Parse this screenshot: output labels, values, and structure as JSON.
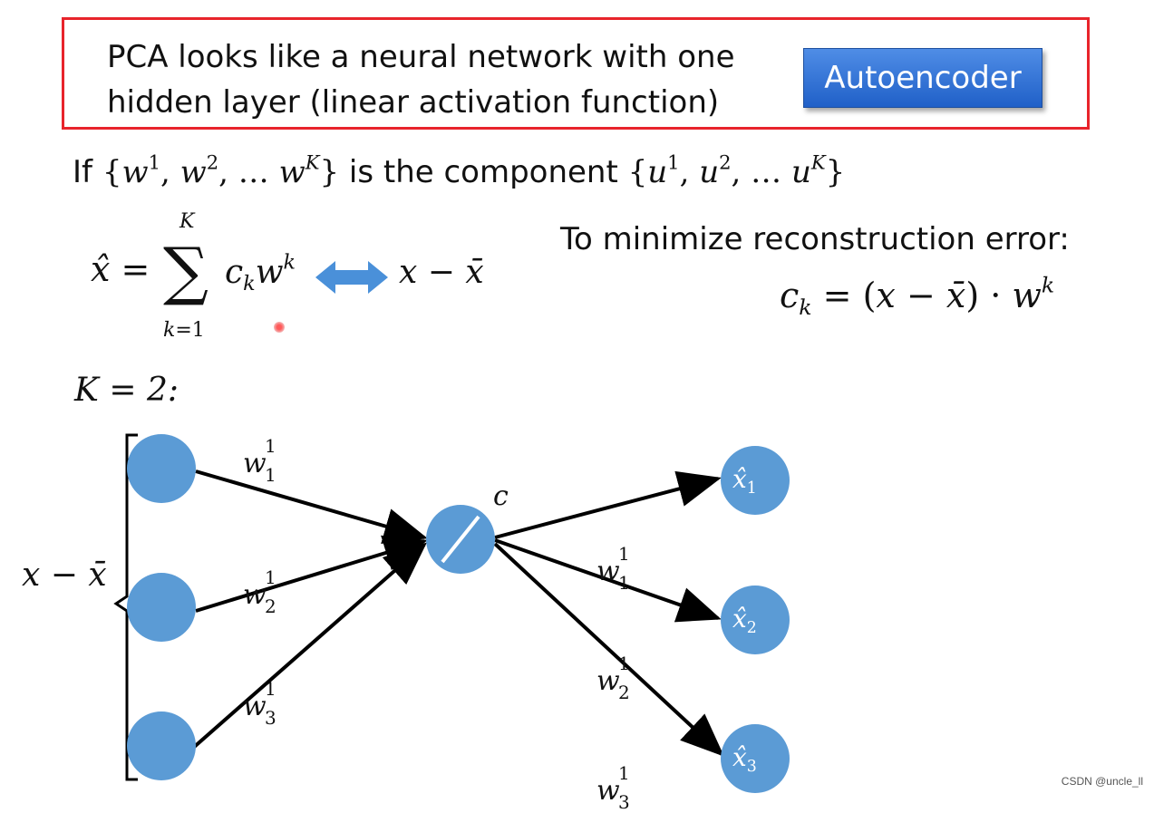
{
  "header": {
    "text_line1": "PCA looks like a neural network with one",
    "text_line2": "hidden layer (linear activation function)",
    "button_label": "Autoencoder",
    "border_color": "#e8242b",
    "button_color": "#2f72d6"
  },
  "statement": {
    "prefix": "If",
    "middle": "is the component"
  },
  "objective": {
    "text": "To minimize reconstruction error:"
  },
  "k_label": "K = 2:",
  "input_label": "x − x̄",
  "hidden_label": "c",
  "network": {
    "edge_labels_in": [
      "w",
      "w",
      "w"
    ],
    "edge_labels_out": [
      "w",
      "w",
      "w"
    ],
    "outputs": [
      "x̂",
      "x̂",
      "x̂"
    ],
    "node_color": "#5b9bd5"
  },
  "watermark": "CSDN @uncle_ll"
}
